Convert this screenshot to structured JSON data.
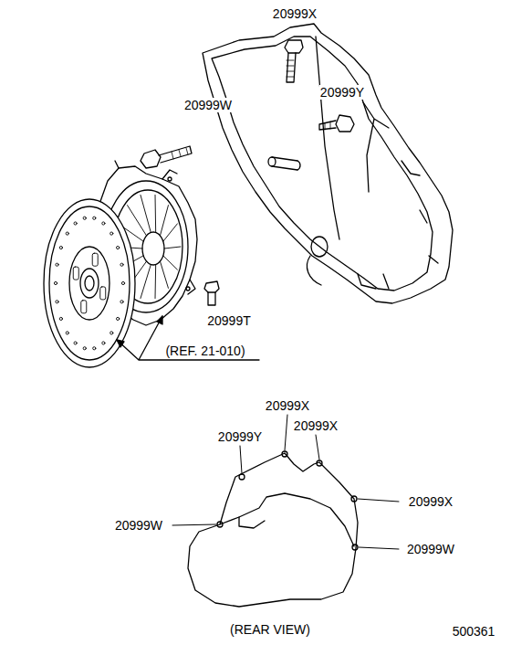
{
  "diagram": {
    "labels": [
      "20999X",
      "20999W",
      "20999Y",
      "20999T",
      "(REF. 21-010)",
      "20999X",
      "20999Y",
      "20999X",
      "20999W",
      "20999X",
      "20999W",
      "(REAR VIEW)",
      "500361"
    ]
  }
}
